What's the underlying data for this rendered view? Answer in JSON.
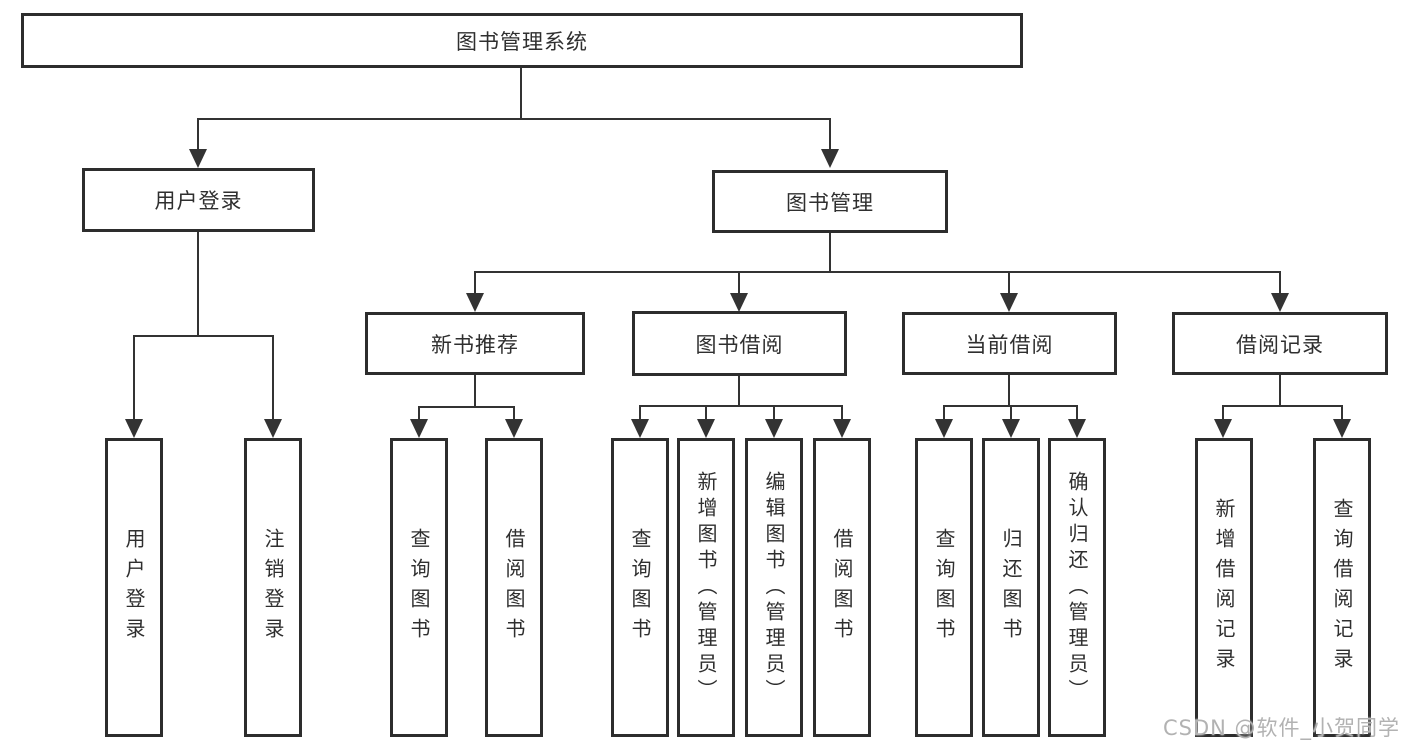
{
  "diagram_type": "hierarchy-tree",
  "nodes": {
    "root": "图书管理系统",
    "user_login": "用户登录",
    "book_management": "图书管理",
    "new_book_recommend": "新书推荐",
    "book_borrowing": "图书借阅",
    "current_borrowing": "当前借阅",
    "borrowing_records": "借阅记录"
  },
  "leaves": {
    "user_login": [
      "用户登录",
      "注销登录"
    ],
    "new_book_recommend": [
      "查询图书",
      "借阅图书"
    ],
    "book_borrowing": [
      "查询图书",
      "新增图书（管理员）",
      "编辑图书（管理员）",
      "借阅图书"
    ],
    "current_borrowing": [
      "查询图书",
      "归还图书",
      "确认归还（管理员）"
    ],
    "borrowing_records": [
      "新增借阅记录",
      "查询借阅记录"
    ]
  },
  "watermark": "CSDN @软件_小贺同学",
  "colors": {
    "line": "#333333",
    "box_border": "#2d2d2d",
    "text": "#2f2f2f",
    "background": "#ffffff",
    "watermark": "#b2b2b2"
  }
}
